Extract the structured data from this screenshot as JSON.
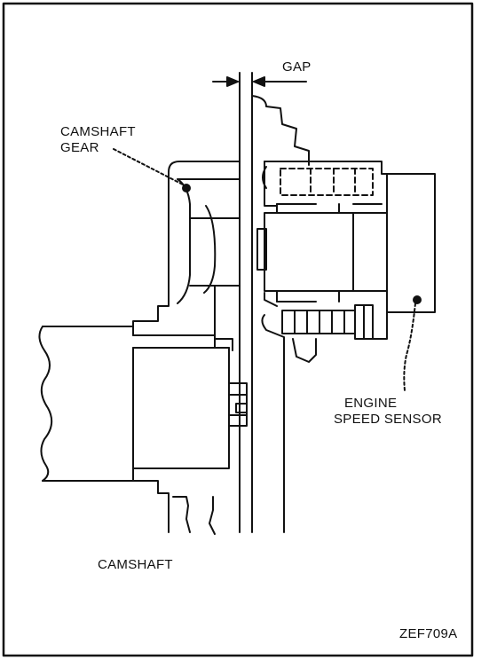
{
  "labels": {
    "gap": "GAP",
    "camshaft_gear_line1": "CAMSHAFT",
    "camshaft_gear_line2": "GEAR",
    "engine_speed_sensor_line1": "ENGINE",
    "engine_speed_sensor_line2": "SPEED SENSOR",
    "camshaft": "CAMSHAFT",
    "figure_code": "ZEF709A"
  },
  "colors": {
    "ink": "#111111",
    "paper": "#ffffff"
  }
}
